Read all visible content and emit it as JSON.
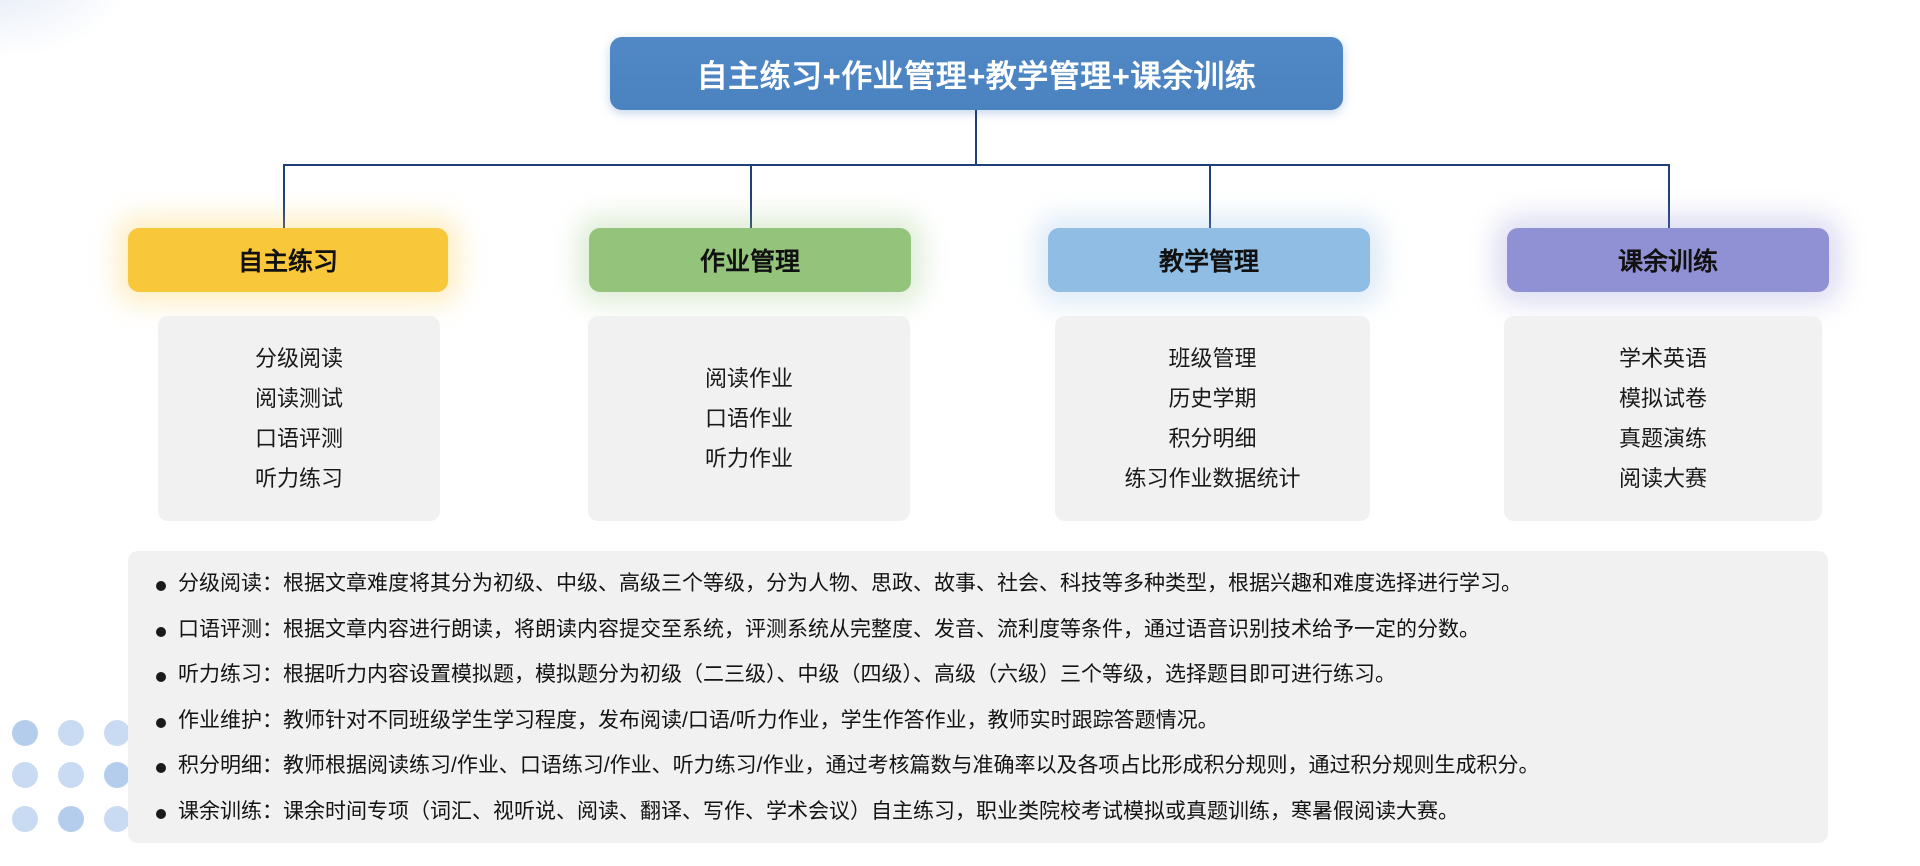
{
  "header": {
    "title": "自主练习+作业管理+教学管理+课余训练",
    "color": "#4b82c0"
  },
  "connector": {
    "color": "#1f3f78"
  },
  "columns": [
    {
      "title": "自主练习",
      "color": "#f8c73a",
      "items": [
        "分级阅读",
        "阅读测试",
        "口语评测",
        "听力练习"
      ]
    },
    {
      "title": "作业管理",
      "color": "#94c47c",
      "items": [
        "阅读作业",
        "口语作业",
        "听力作业"
      ]
    },
    {
      "title": "教学管理",
      "color": "#8fbde3",
      "items": [
        "班级管理",
        "历史学期",
        "积分明细",
        "练习作业数据统计"
      ]
    },
    {
      "title": "课余训练",
      "color": "#9090d4",
      "items": [
        "学术英语",
        "模拟试卷",
        "真题演练",
        "阅读大赛"
      ]
    }
  ],
  "notes": [
    {
      "label": "分级阅读",
      "text": "分级阅读：根据文章难度将其分为初级、中级、高级三个等级，分为人物、思政、故事、社会、科技等多种类型，根据兴趣和难度选择进行学习。"
    },
    {
      "label": "口语评测",
      "text": "口语评测：根据文章内容进行朗读，将朗读内容提交至系统，评测系统从完整度、发音、流利度等条件，通过语音识别技术给予一定的分数。"
    },
    {
      "label": "听力练习",
      "text": "听力练习：根据听力内容设置模拟题，模拟题分为初级（二三级）、中级（四级）、高级（六级）三个等级，选择题目即可进行练习。"
    },
    {
      "label": "作业维护",
      "text": "作业维护：教师针对不同班级学生学习程度，发布阅读/口语/听力作业，学生作答作业，教师实时跟踪答题情况。"
    },
    {
      "label": "积分明细",
      "text": "积分明细：教师根据阅读练习/作业、口语练习/作业、听力练习/作业，通过考核篇数与准确率以及各项占比形成积分规则，通过积分规则生成积分。"
    },
    {
      "label": "课余训练",
      "text": "课余训练：课余时间专项（词汇、视听说、阅读、翻译、写作、学术会议）自主练习，职业类院校考试模拟或真题训练，寒暑假阅读大赛。"
    }
  ],
  "decor": {
    "dot_color": "#c9daf3",
    "dot_color_strong": "#b5cdec"
  }
}
